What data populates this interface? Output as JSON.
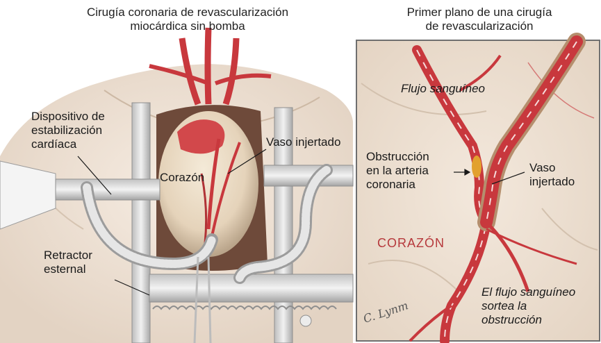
{
  "left_panel": {
    "title_line1": "Cirugía coronaria de revascularización",
    "title_line2": "miocárdica sin bomba",
    "labels": {
      "stabilizer_1": "Dispositivo de",
      "stabilizer_2": "estabilización",
      "stabilizer_3": "cardíaca",
      "heart": "Corazón",
      "graft": "Vaso injertado",
      "retractor_1": "Retractor",
      "retractor_2": "esternal"
    }
  },
  "right_panel": {
    "title_line1": "Primer plano de una cirugía",
    "title_line2": "de revascularización",
    "labels": {
      "flow": "Flujo sanguíneo",
      "obstruction_1": "Obstrucción",
      "obstruction_2": "en la arteria",
      "obstruction_3": "coronaria",
      "graft_1": "Vaso",
      "graft_2": "injertado",
      "heart": "CORAZÓN",
      "bypass_1": "El flujo sanguíneo",
      "bypass_2": "sortea la",
      "bypass_3": "obstrucción",
      "signature": "C. Lynm"
    }
  },
  "colors": {
    "skin": "#efe3d6",
    "artery": "#c8383d",
    "heart_label": "#b6393c",
    "frame": "#6f6f6f"
  }
}
